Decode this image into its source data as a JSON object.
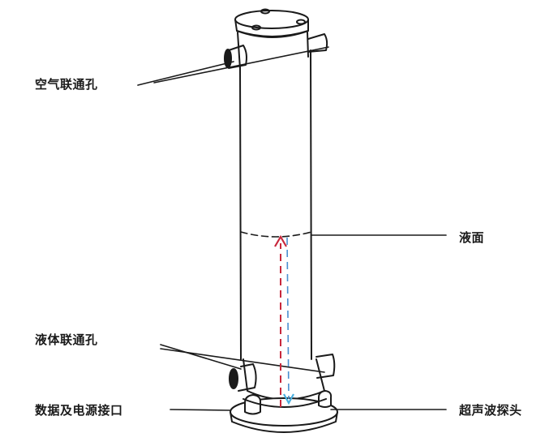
{
  "diagram": {
    "type": "ultrasonic-level-gauge-column",
    "colors": {
      "outline": "#1a1a1a",
      "transmit_arrow": "#c8283c",
      "echo_arrow": "#4a8fd0",
      "background": "#ffffff"
    },
    "labels": {
      "air_port": "空气联通孔",
      "liquid_surface": "液面",
      "liquid_port": "液体联通孔",
      "data_power_port": "数据及电源接口",
      "ultrasonic_probe": "超声波探头"
    }
  }
}
